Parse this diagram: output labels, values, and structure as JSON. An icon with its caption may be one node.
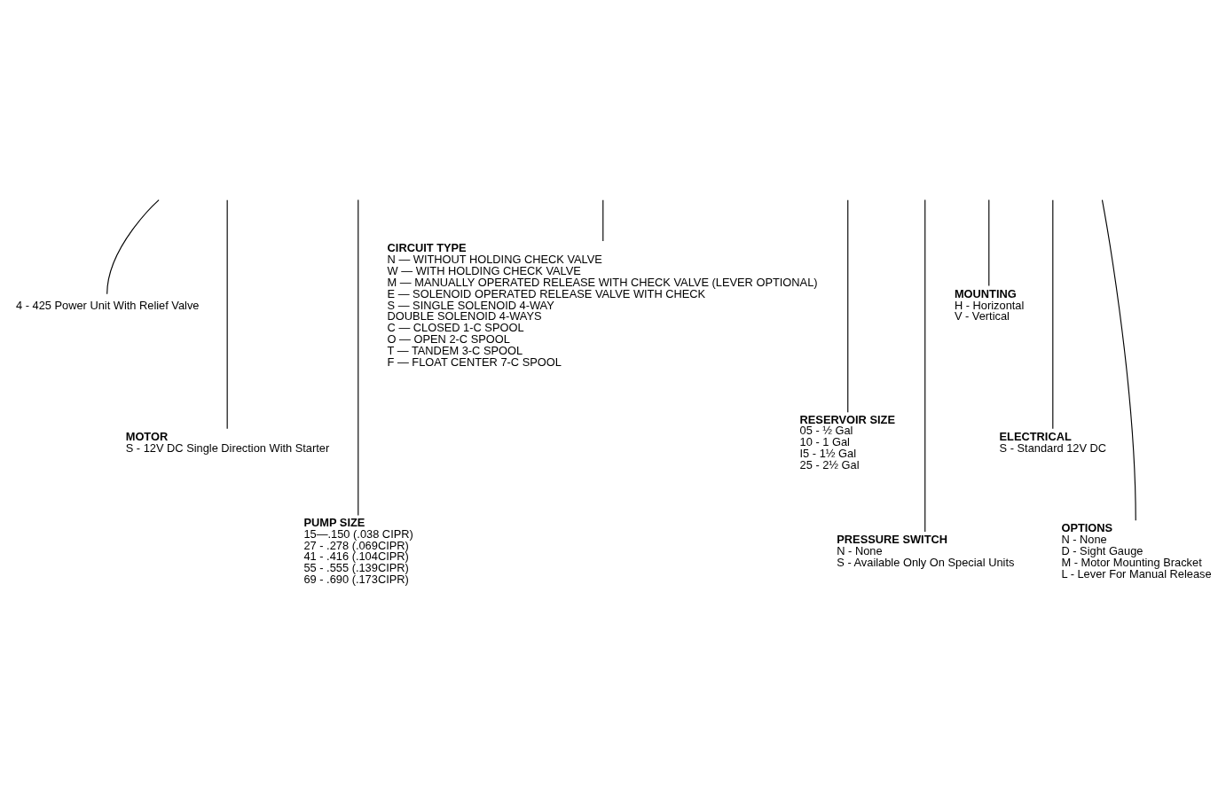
{
  "diagram": {
    "nodes": [
      {
        "text": [
          "4 - 425 Power Unit With Relief Valve"
        ]
      },
      {
        "text": [
          "MOTOR",
          "S - 12V DC Single Direction With Starter"
        ]
      },
      {
        "text": [
          "PUMP SIZE",
          "15—.150 (.038 CIPR)",
          "27 - .278 (.069CIPR)",
          "41 - .416 (.104CIPR)",
          "55 - .555 (.139CIPR)",
          "69 - .690 (.173CIPR)"
        ]
      },
      {
        "text": [
          "RESERVOIR SIZE",
          "05 - ½ Gal",
          "10 - 1 Gal",
          "I5 - 1½ Gal",
          "25 - 2½ Gal"
        ]
      },
      {
        "text": [
          "CIRCUIT TYPE",
          "N — WITHOUT HOLDING CHECK VALVE",
          "W — WITH HOLDING CHECK VALVE",
          "M — MANUALLY OPERATED RELEASE WITH CHECK VALVE (LEVER OPTIONAL)",
          "E — SOLENOID OPERATED RELEASE VALVE WITH CHECK",
          "S — SINGLE SOLENOID 4-WAY",
          "DOUBLE SOLENOID 4-WAYS",
          "C — CLOSED 1-C SPOOL",
          "O — OPEN 2-C SPOOL",
          "T — TANDEM 3-C SPOOL",
          "F — FLOAT CENTER 7-C SPOOL"
        ]
      },
      {
        "text": [
          "PRESSURE SWITCH",
          "N - None",
          "S - Available Only On Special Units"
        ]
      },
      {
        "text": [
          "MOUNTING",
          "H - Horizontal",
          "V - Vertical"
        ]
      },
      {
        "text": [
          "ELECTRICAL",
          "S - Standard 12V DC"
        ]
      },
      {
        "text": [
          "OPTIONS",
          "N - None",
          "D - Sight Gauge",
          "M - Motor Mounting Bracket",
          "L - Lever For Manual Release"
        ]
      }
    ],
    "edges": [
      {
        "from": null,
        "to": 0,
        "arrow": "none"
      },
      {
        "from": null,
        "to": 1,
        "arrow": "none"
      },
      {
        "from": null,
        "to": 2,
        "arrow": "none"
      },
      {
        "from": null,
        "to": 4,
        "arrow": "none"
      },
      {
        "from": null,
        "to": 3,
        "arrow": "none"
      },
      {
        "from": null,
        "to": 5,
        "arrow": "none"
      },
      {
        "from": null,
        "to": 6,
        "arrow": "none"
      },
      {
        "from": null,
        "to": 7,
        "arrow": "none"
      },
      {
        "from": null,
        "to": 8,
        "arrow": "none"
      }
    ]
  }
}
